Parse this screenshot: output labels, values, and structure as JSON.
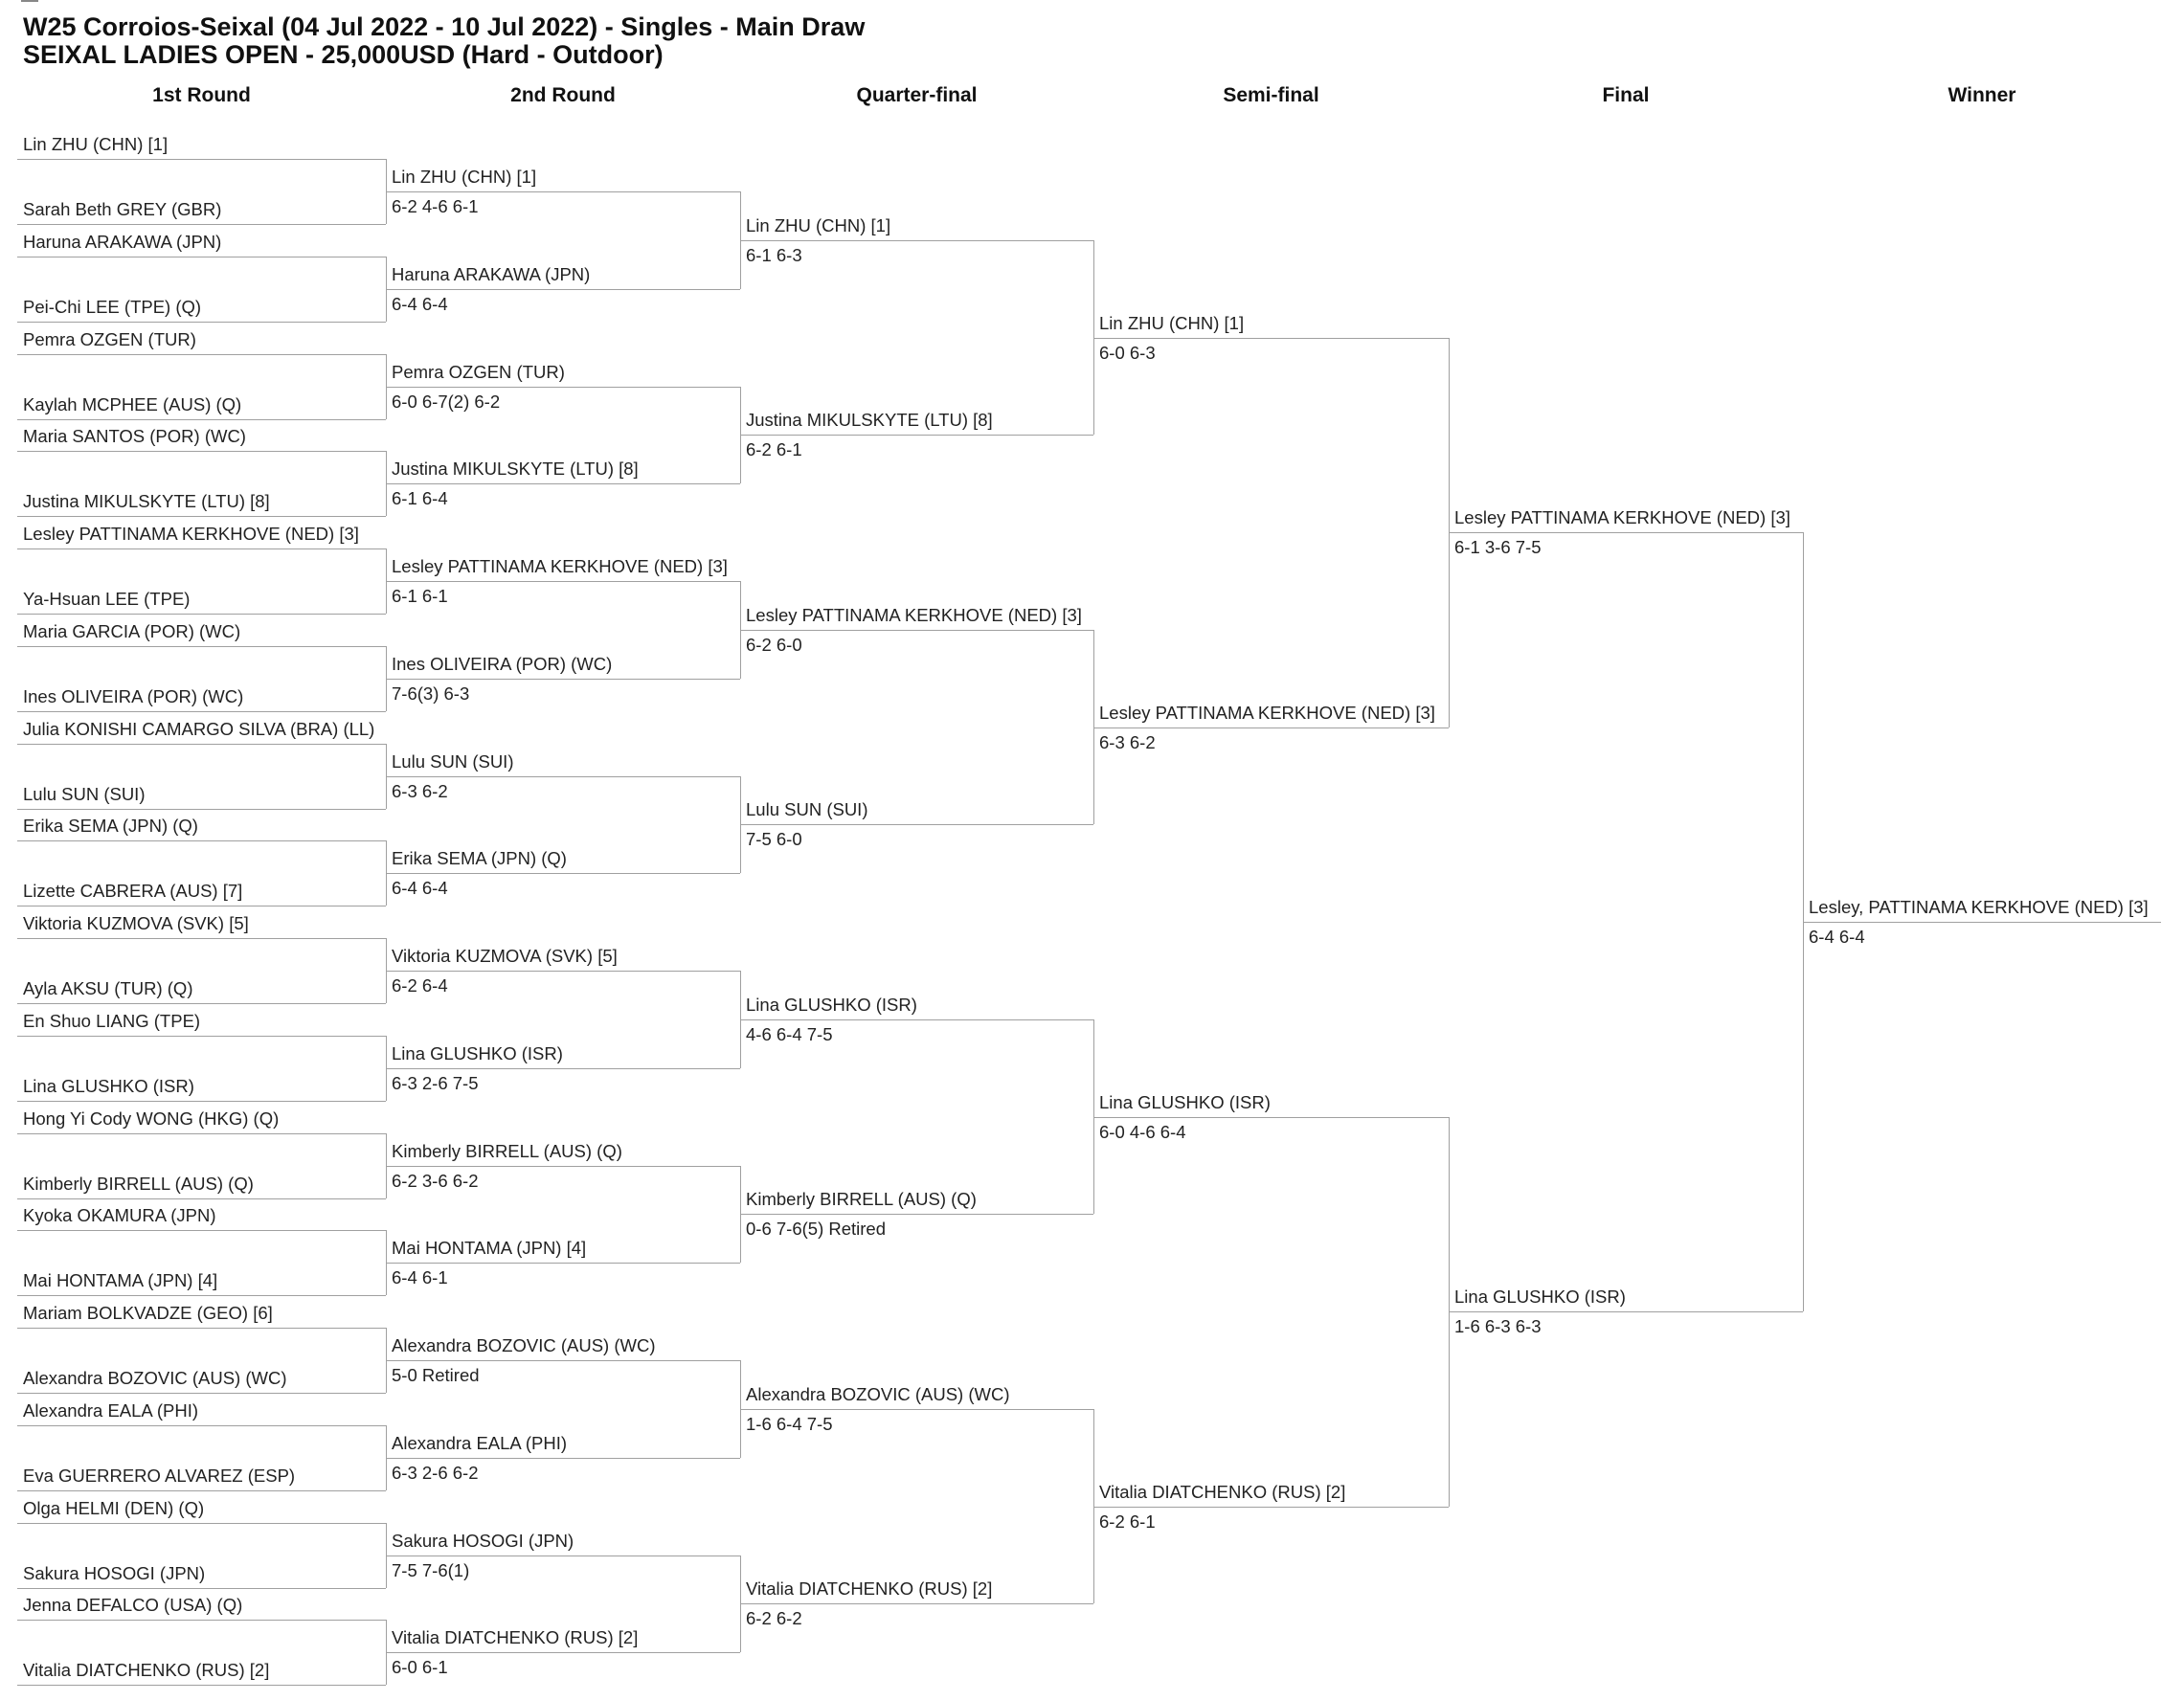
{
  "title": {
    "line1": "W25 Corroios-Seixal (04 Jul 2022 - 10 Jul 2022) - Singles - Main Draw",
    "line2": "SEIXAL LADIES OPEN - 25,000USD (Hard - Outdoor)"
  },
  "rounds": [
    "1st Round",
    "2nd Round",
    "Quarter-final",
    "Semi-final",
    "Final",
    "Winner"
  ],
  "draw": [
    [
      {
        "name": "Lin ZHU (CHN) [1]"
      },
      {
        "name": "Sarah Beth GREY (GBR)"
      },
      {
        "name": "Haruna ARAKAWA (JPN)"
      },
      {
        "name": "Pei-Chi LEE (TPE) (Q)"
      },
      {
        "name": "Pemra OZGEN (TUR)"
      },
      {
        "name": "Kaylah MCPHEE (AUS) (Q)"
      },
      {
        "name": "Maria SANTOS (POR) (WC)"
      },
      {
        "name": "Justina MIKULSKYTE (LTU) [8]"
      },
      {
        "name": "Lesley PATTINAMA KERKHOVE (NED) [3]"
      },
      {
        "name": "Ya-Hsuan LEE (TPE)"
      },
      {
        "name": "Maria GARCIA (POR) (WC)"
      },
      {
        "name": "Ines OLIVEIRA (POR) (WC)"
      },
      {
        "name": "Julia KONISHI CAMARGO SILVA (BRA) (LL)"
      },
      {
        "name": "Lulu SUN (SUI)"
      },
      {
        "name": "Erika SEMA (JPN) (Q)"
      },
      {
        "name": "Lizette CABRERA (AUS) [7]"
      },
      {
        "name": "Viktoria KUZMOVA (SVK) [5]"
      },
      {
        "name": "Ayla AKSU (TUR) (Q)"
      },
      {
        "name": "En Shuo LIANG (TPE)"
      },
      {
        "name": "Lina GLUSHKO (ISR)"
      },
      {
        "name": "Hong Yi Cody WONG (HKG) (Q)"
      },
      {
        "name": "Kimberly BIRRELL (AUS) (Q)"
      },
      {
        "name": "Kyoka OKAMURA (JPN)"
      },
      {
        "name": "Mai HONTAMA (JPN) [4]"
      },
      {
        "name": "Mariam BOLKVADZE (GEO) [6]"
      },
      {
        "name": "Alexandra BOZOVIC (AUS) (WC)"
      },
      {
        "name": "Alexandra EALA (PHI)"
      },
      {
        "name": "Eva GUERRERO ALVAREZ (ESP)"
      },
      {
        "name": "Olga HELMI (DEN) (Q)"
      },
      {
        "name": "Sakura HOSOGI (JPN)"
      },
      {
        "name": "Jenna DEFALCO (USA) (Q)"
      },
      {
        "name": "Vitalia DIATCHENKO (RUS) [2]"
      }
    ],
    [
      {
        "name": "Lin ZHU (CHN) [1]",
        "score": "6-2 4-6 6-1"
      },
      {
        "name": "Haruna ARAKAWA (JPN)",
        "score": "6-4 6-4"
      },
      {
        "name": "Pemra OZGEN (TUR)",
        "score": "6-0 6-7(2) 6-2"
      },
      {
        "name": "Justina MIKULSKYTE (LTU) [8]",
        "score": "6-1 6-4"
      },
      {
        "name": "Lesley PATTINAMA KERKHOVE (NED) [3]",
        "score": "6-1 6-1"
      },
      {
        "name": "Ines OLIVEIRA (POR) (WC)",
        "score": "7-6(3) 6-3"
      },
      {
        "name": "Lulu SUN (SUI)",
        "score": "6-3 6-2"
      },
      {
        "name": "Erika SEMA (JPN) (Q)",
        "score": "6-4 6-4"
      },
      {
        "name": "Viktoria KUZMOVA (SVK) [5]",
        "score": "6-2 6-4"
      },
      {
        "name": "Lina GLUSHKO (ISR)",
        "score": "6-3 2-6 7-5"
      },
      {
        "name": "Kimberly BIRRELL (AUS) (Q)",
        "score": "6-2 3-6 6-2"
      },
      {
        "name": "Mai HONTAMA (JPN) [4]",
        "score": "6-4 6-1"
      },
      {
        "name": "Alexandra BOZOVIC (AUS) (WC)",
        "score": "5-0 Retired"
      },
      {
        "name": "Alexandra EALA (PHI)",
        "score": "6-3 2-6 6-2"
      },
      {
        "name": "Sakura HOSOGI (JPN)",
        "score": "7-5 7-6(1)"
      },
      {
        "name": "Vitalia DIATCHENKO (RUS) [2]",
        "score": "6-0 6-1"
      }
    ],
    [
      {
        "name": "Lin ZHU (CHN) [1]",
        "score": "6-1 6-3"
      },
      {
        "name": "Justina MIKULSKYTE (LTU) [8]",
        "score": "6-2 6-1"
      },
      {
        "name": "Lesley PATTINAMA KERKHOVE (NED) [3]",
        "score": "6-2 6-0"
      },
      {
        "name": "Lulu SUN (SUI)",
        "score": "7-5 6-0"
      },
      {
        "name": "Lina GLUSHKO (ISR)",
        "score": "4-6 6-4 7-5"
      },
      {
        "name": "Kimberly BIRRELL (AUS) (Q)",
        "score": "0-6 7-6(5) Retired"
      },
      {
        "name": "Alexandra BOZOVIC (AUS) (WC)",
        "score": "1-6 6-4 7-5"
      },
      {
        "name": "Vitalia DIATCHENKO (RUS) [2]",
        "score": "6-2 6-2"
      }
    ],
    [
      {
        "name": "Lin ZHU (CHN) [1]",
        "score": "6-0 6-3"
      },
      {
        "name": "Lesley PATTINAMA KERKHOVE (NED) [3]",
        "score": "6-3 6-2"
      },
      {
        "name": "Lina GLUSHKO (ISR)",
        "score": "6-0 4-6 6-4"
      },
      {
        "name": "Vitalia DIATCHENKO (RUS) [2]",
        "score": "6-2 6-1"
      }
    ],
    [
      {
        "name": "Lesley PATTINAMA KERKHOVE (NED) [3]",
        "score": "6-1 3-6 7-5"
      },
      {
        "name": "Lina GLUSHKO (ISR)",
        "score": "1-6 6-3 6-3"
      }
    ],
    [
      {
        "name": "Lesley, PATTINAMA KERKHOVE (NED) [3]",
        "score": "6-4 6-4"
      }
    ]
  ]
}
